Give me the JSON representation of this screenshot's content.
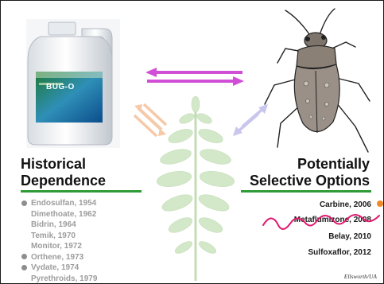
{
  "product": {
    "label": "BUG-O"
  },
  "left_section": {
    "heading_line1": "Historical",
    "heading_line2": "Dependence",
    "items": [
      {
        "text": "Endosulfan, 1954",
        "bullet": true
      },
      {
        "text": "Dimethoate, 1962",
        "bullet": false
      },
      {
        "text": "Bidrin, 1964",
        "bullet": false
      },
      {
        "text": "Temik, 1970",
        "bullet": false
      },
      {
        "text": "Monitor, 1972",
        "bullet": false
      },
      {
        "text": "Orthene, 1973",
        "bullet": true
      },
      {
        "text": "Vydate, 1974",
        "bullet": true
      },
      {
        "text": "Pyrethroids, 1979",
        "bullet": false
      }
    ]
  },
  "right_section": {
    "heading_line1": "Potentially",
    "heading_line2": "Selective Options",
    "items": [
      {
        "text": "Carbine, 2006",
        "marker": "orange-dot"
      },
      {
        "text": "Metaflumizone, 2008",
        "marker": "crossed-out"
      },
      {
        "text": "Belay, 2010",
        "marker": null
      },
      {
        "text": "Sulfoxaflor, 2012",
        "marker": null
      }
    ]
  },
  "credit": "Ellsworth/UA",
  "colors": {
    "heading_rule": "#2e9b36",
    "magenta_arrow": "#d04fd6",
    "peach_arrow": "#f6c9a8",
    "lavender_arrow": "#c9c6ee",
    "plant": "#cfe6c4",
    "scribble": "#e0196e",
    "carbine_marker": "#f08a24",
    "historical_text": "#9c9c9c",
    "option_text": "#1a1a1a"
  }
}
